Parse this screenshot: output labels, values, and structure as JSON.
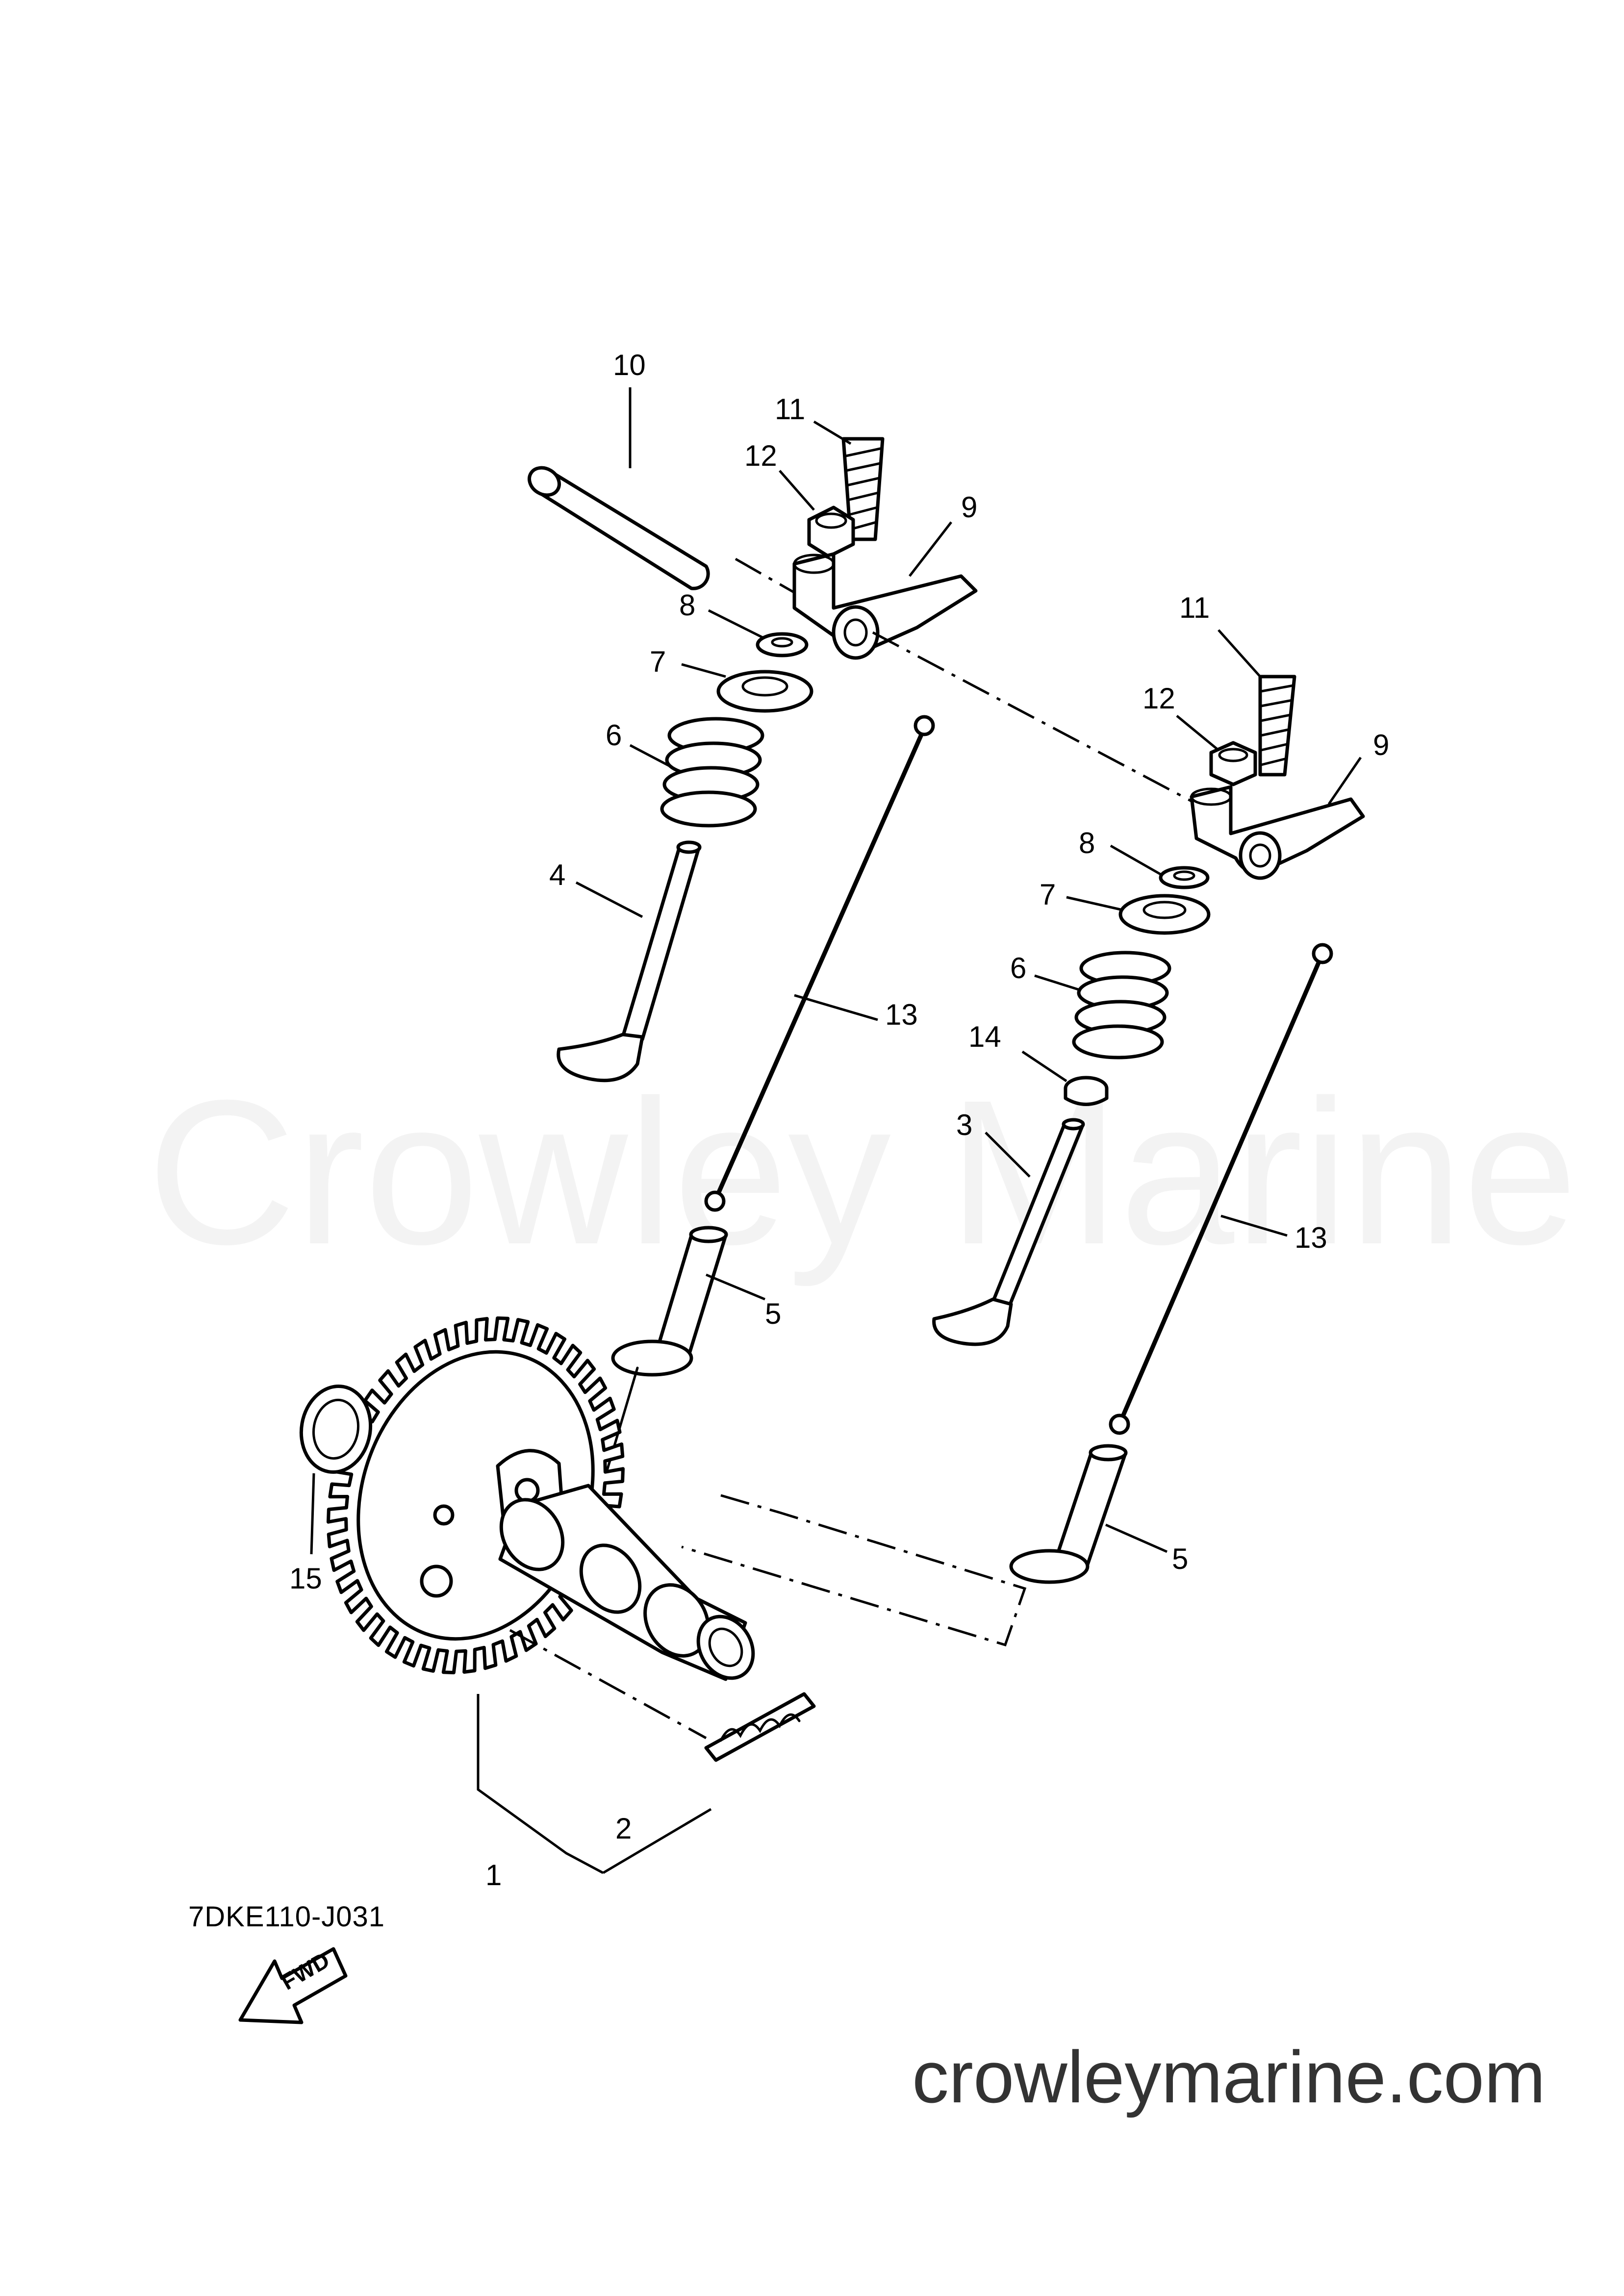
{
  "watermark": "Crowley Marine",
  "website": "crowleymarine.com",
  "drawing_number": "7DKE110-J031",
  "fwd_label": "FWD",
  "callouts": [
    {
      "id": "c10",
      "text": "10"
    },
    {
      "id": "c11a",
      "text": "11"
    },
    {
      "id": "c12a",
      "text": "12"
    },
    {
      "id": "c9a",
      "text": "9"
    },
    {
      "id": "c8a",
      "text": "8"
    },
    {
      "id": "c7a",
      "text": "7"
    },
    {
      "id": "c6a",
      "text": "6"
    },
    {
      "id": "c4",
      "text": "4"
    },
    {
      "id": "c13a",
      "text": "13"
    },
    {
      "id": "c11b",
      "text": "11"
    },
    {
      "id": "c12b",
      "text": "12"
    },
    {
      "id": "c9b",
      "text": "9"
    },
    {
      "id": "c8b",
      "text": "8"
    },
    {
      "id": "c7b",
      "text": "7"
    },
    {
      "id": "c6b",
      "text": "6"
    },
    {
      "id": "c14",
      "text": "14"
    },
    {
      "id": "c3",
      "text": "3"
    },
    {
      "id": "c13b",
      "text": "13"
    },
    {
      "id": "c5a",
      "text": "5"
    },
    {
      "id": "c5b",
      "text": "5"
    },
    {
      "id": "c15",
      "text": "15"
    },
    {
      "id": "c2",
      "text": "2"
    },
    {
      "id": "c1",
      "text": "1"
    }
  ]
}
